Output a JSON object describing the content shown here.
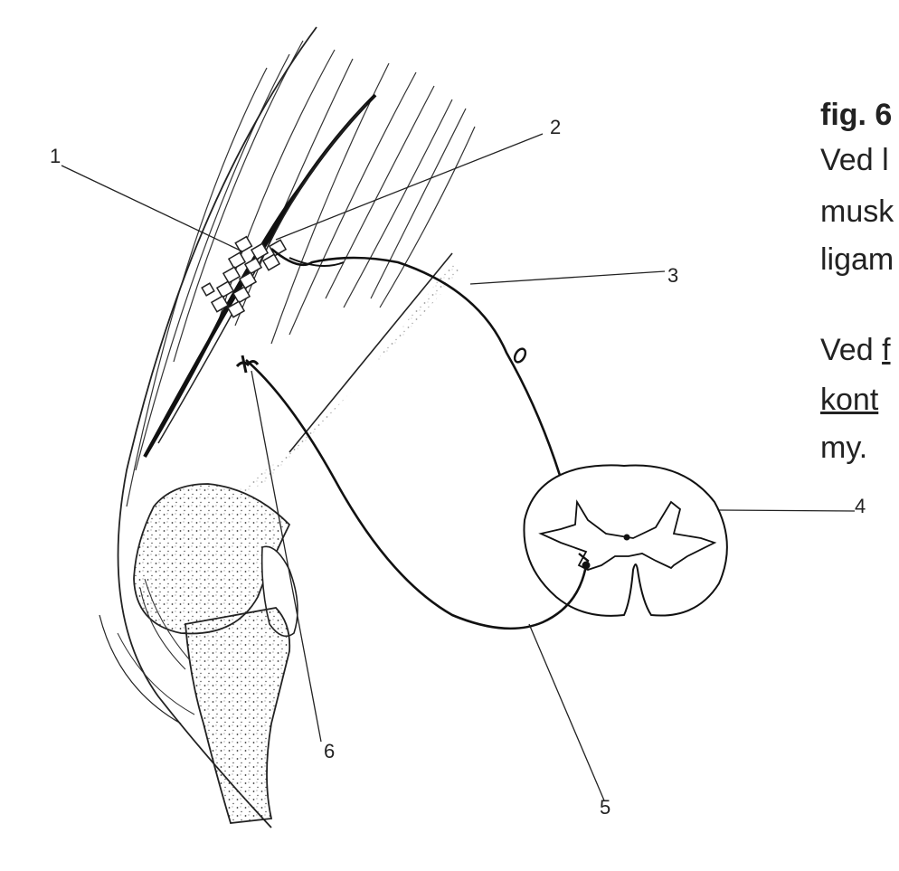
{
  "diagram": {
    "labels": [
      "1",
      "2",
      "3",
      "4",
      "5",
      "6"
    ],
    "side_text": {
      "fig": "fig. 6",
      "line1": "Ved l",
      "line2": "musk",
      "line3": "ligam",
      "line4a": "Ved",
      "line4b": "f",
      "line5": "kont",
      "line6": "my."
    }
  }
}
